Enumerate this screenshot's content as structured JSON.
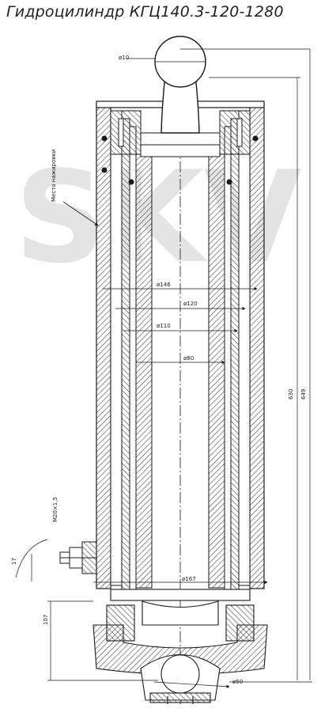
{
  "title": "Гидроцилиндр КГЦ140.3-120-1280",
  "watermark": "SKV",
  "callouts": {
    "grease_point": "Место нажировки"
  },
  "dimensions": {
    "ball_dia": "ø10",
    "dia_146": "ø146",
    "dia_120": "ø120",
    "dia_110": "ø110",
    "dia_80": "ø80",
    "dia_167": "ø167",
    "dia_50": "ø50",
    "len_630": "630",
    "len_649": "649",
    "thread": "M20×1,5",
    "angle_17": "17",
    "offset_107": "107"
  },
  "colors": {
    "line": "#1a1a1a",
    "hatch": "#3a3a3a",
    "watermark": "#c4c4c4"
  }
}
